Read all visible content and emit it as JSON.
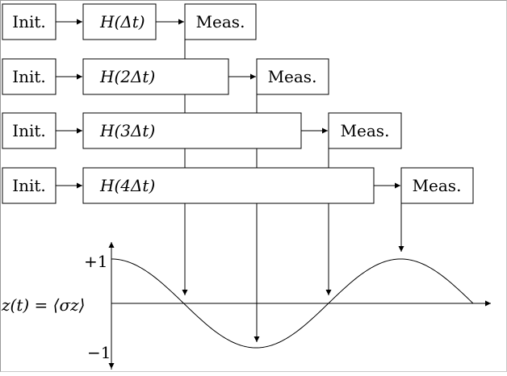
{
  "rows": [
    {
      "init_label": "Init.",
      "operator_label": "H(Δt)",
      "meas_label": "Meas."
    },
    {
      "init_label": "Init.",
      "operator_label": "H(2Δt)",
      "meas_label": "Meas."
    },
    {
      "init_label": "Init.",
      "operator_label": "H(3Δt)",
      "meas_label": "Meas."
    },
    {
      "init_label": "Init.",
      "operator_label": "H(4Δt)",
      "meas_label": "Meas."
    }
  ],
  "plot": {
    "y_axis_label": "z(t) = ⟨σz⟩",
    "y_tick_top": "+1",
    "y_tick_bottom": "−1"
  },
  "colors": {
    "stroke": "#000000",
    "background": "#ffffff"
  }
}
